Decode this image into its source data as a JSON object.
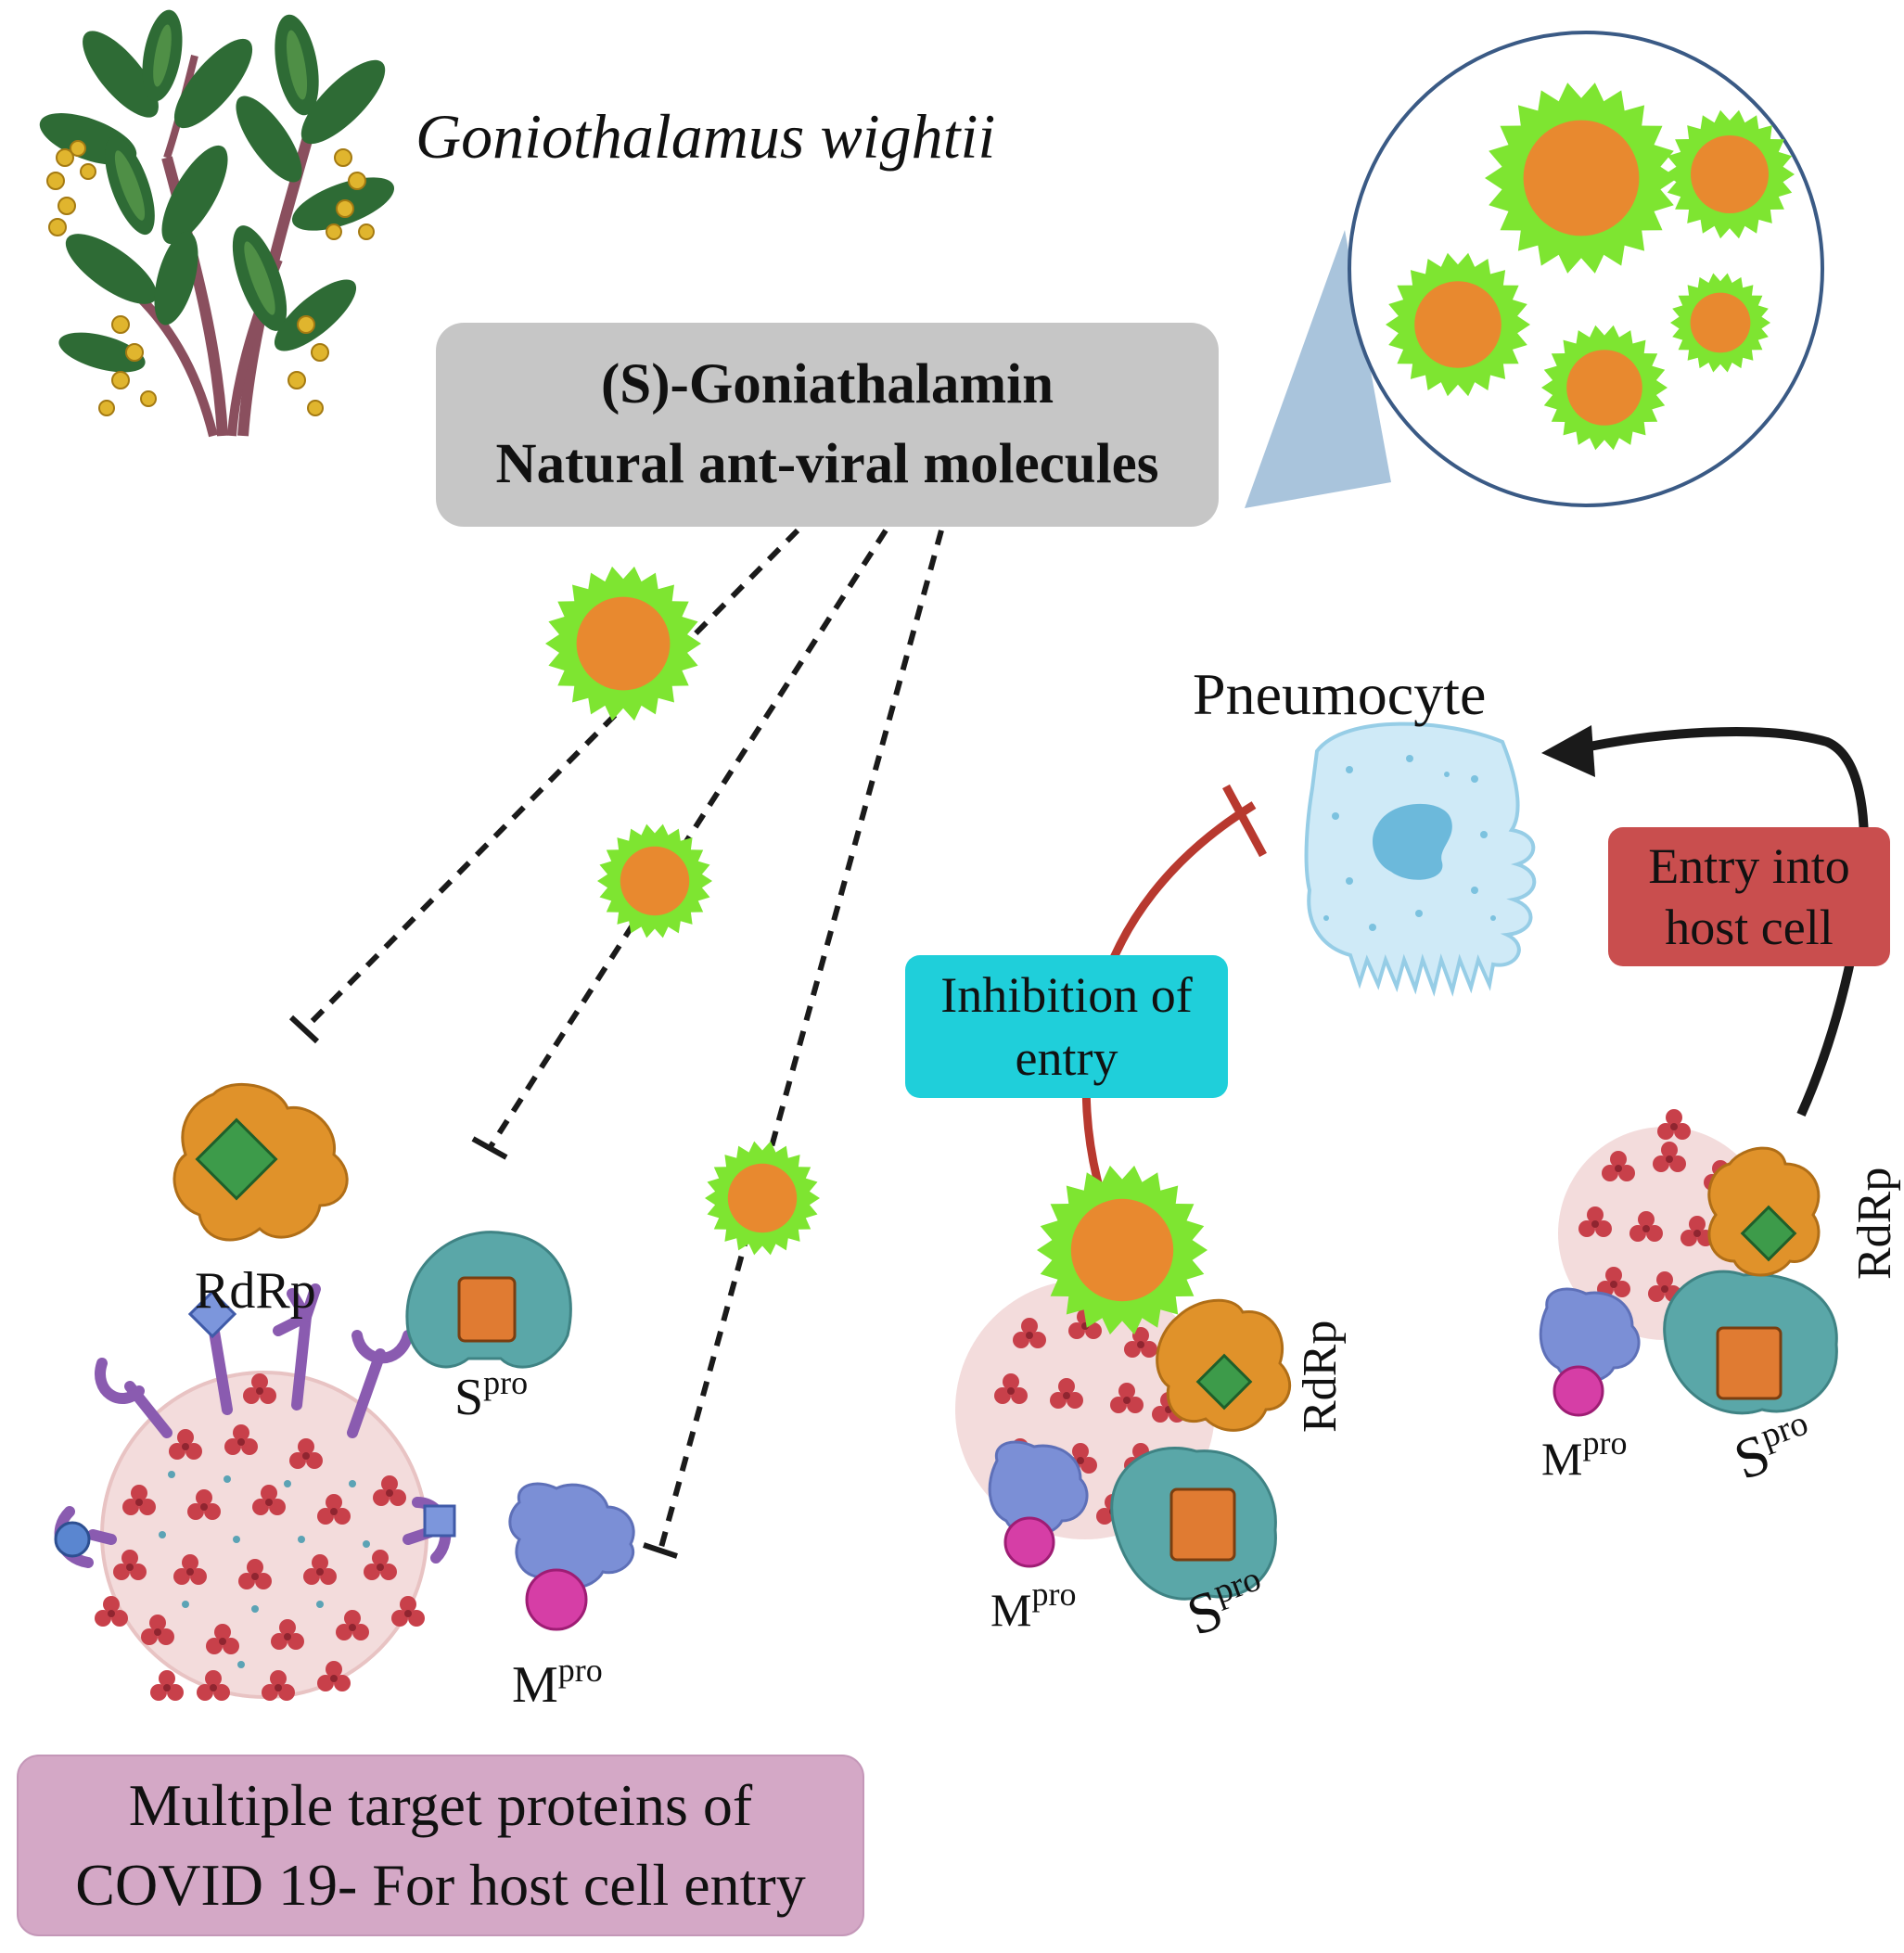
{
  "plant": {
    "species_name": "Goniothalamus wightii"
  },
  "compound_box": {
    "line1": "(S)-Goniathalamin",
    "line2": "Natural ant-viral molecules"
  },
  "target_labels": {
    "rdrp": "RdRp",
    "spro_base": "S",
    "spro_sup": "pro",
    "mpro_base": "M",
    "mpro_sup": "pro"
  },
  "pneumocyte_label": "Pneumocyte",
  "inhibition_box": {
    "line1": "Inhibition of",
    "line2": "entry"
  },
  "entry_box": {
    "line1": "Entry into",
    "line2": "host cell"
  },
  "bottom_box": {
    "line1": "Multiple target proteins of",
    "line2": "COVID 19- For host cell entry"
  },
  "colors": {
    "molecule_core": "#e8892f",
    "molecule_ring": "#7ee531",
    "compound_box": "#c6c6c6",
    "inhibition_box": "#1fcfda",
    "entry_box": "#c94e4e",
    "bottom_box": "#d4a8c6",
    "inhibition_arrow": "#b8392f",
    "entry_arrow": "#1a1a1a",
    "rdrp_protein": "#e0922a",
    "spro_protein": "#5aa7a8",
    "mpro_protein": "#7b8fd6",
    "virus_body": "#f3dcdc",
    "virus_spike": "#c8404a"
  }
}
